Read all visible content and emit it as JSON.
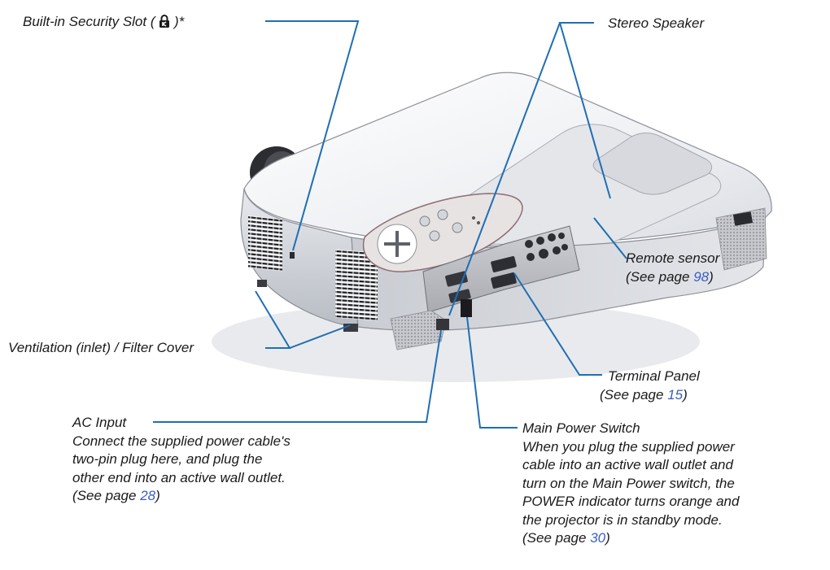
{
  "labels": {
    "security_slot": {
      "prefix": "Built-in Security Slot ( ",
      "suffix": " )*"
    },
    "stereo_speaker": "Stereo Speaker",
    "remote_sensor": {
      "line1": "Remote sensor",
      "ref_prefix": "(See page ",
      "page": "98",
      "ref_suffix": ")"
    },
    "ventilation": "Ventilation (inlet) / Filter Cover",
    "terminal_panel": {
      "line1": "Terminal Panel",
      "ref_prefix": "(See page ",
      "page": "15",
      "ref_suffix": ")"
    },
    "ac_input": {
      "title": "AC Input",
      "lines": [
        "Connect the supplied power cable's",
        "two-pin plug here, and plug the",
        "other end into an active wall outlet."
      ],
      "ref_prefix": "(See page ",
      "page": "28",
      "ref_suffix": ")"
    },
    "main_power_switch": {
      "title": "Main Power Switch",
      "lines": [
        "When you plug the supplied power",
        "cable into an active wall outlet and",
        "turn on the Main Power switch, the",
        "POWER indicator turns orange and",
        "the projector is in standby mode."
      ],
      "ref_prefix": "(See page ",
      "page": "30",
      "ref_suffix": ")"
    }
  },
  "colors": {
    "leader_line": "#1f6fb3",
    "page_link": "#3a5fc0",
    "projector_body": "#eaebee",
    "text": "#1a1a1a"
  },
  "icons": [
    "kensington-lock-icon"
  ]
}
